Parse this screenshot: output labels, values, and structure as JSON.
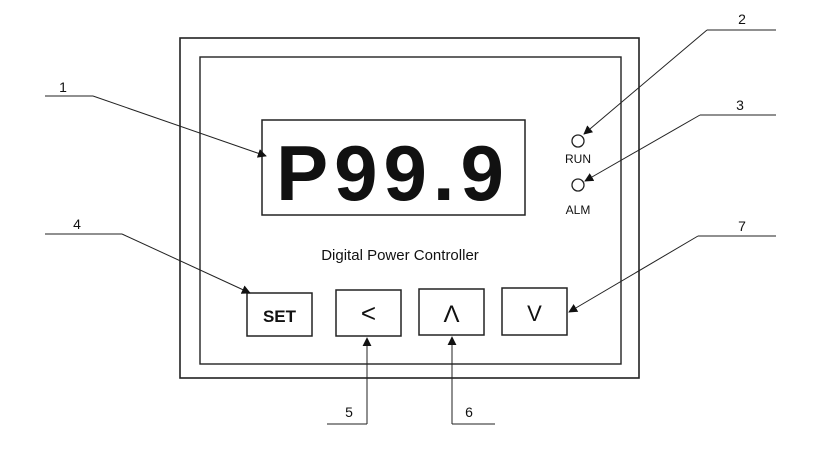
{
  "display": {
    "text": "P99.9"
  },
  "indicators": {
    "run_label": "RUN",
    "alm_label": "ALM"
  },
  "device_title": "Digital Power Controller",
  "buttons": {
    "set": "SET",
    "left": "<",
    "up": "Λ",
    "down": "V"
  },
  "callouts": {
    "n1": "1",
    "n2": "2",
    "n3": "3",
    "n4": "4",
    "n5": "5",
    "n6": "6",
    "n7": "7"
  }
}
